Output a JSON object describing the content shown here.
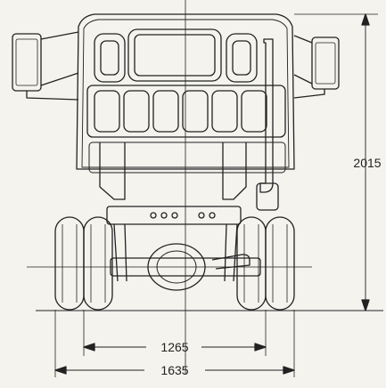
{
  "dimensions": {
    "height": "2015",
    "track_width": "1265",
    "overall_width": "1635"
  },
  "colors": {
    "line": "#222222",
    "background": "#f4f3ee"
  }
}
